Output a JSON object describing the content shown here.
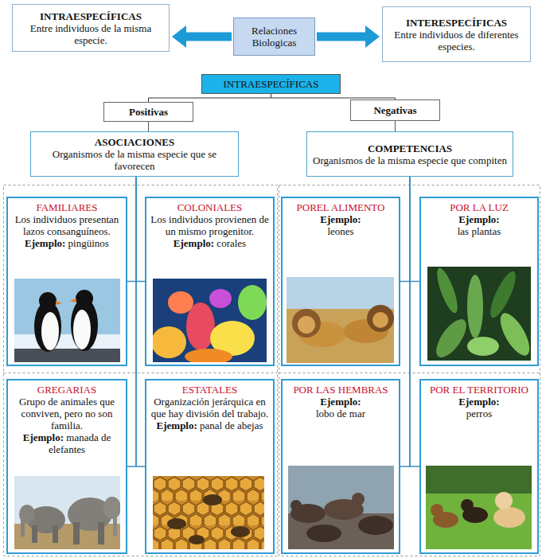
{
  "diagram": {
    "nodes": [
      {
        "text": [
          "INTRAESPECÍFICAS",
          "Entre individuos de la misma especie."
        ]
      },
      {
        "text": [
          "Relaciones Biologicas"
        ]
      },
      {
        "text": [
          "INTERESPECÍFICAS",
          "Entre individuos de diferentes especies."
        ]
      },
      {
        "text": [
          "INTRAESPECÍFICAS"
        ]
      },
      {
        "text": [
          "Positivas"
        ]
      },
      {
        "text": [
          "Negativas"
        ]
      },
      {
        "text": [
          "ASOCIACIONES",
          "Organismos de la misma especie que se favorecen"
        ]
      },
      {
        "text": [
          "COMPETENCIAS",
          "Organismos de la misma especie que compiten"
        ]
      },
      {
        "text": [
          "FAMILIARES",
          "Los individuos presentan lazos consanguíneos.",
          "Ejemplo:",
          "pingüinos"
        ]
      },
      {
        "text": [
          "COLONIALES",
          "Los individuos provienen de un mismo progenitor.",
          "Ejemplo:",
          "corales"
        ]
      },
      {
        "text": [
          "POREL ALIMENTO",
          "Ejemplo:",
          "leones"
        ]
      },
      {
        "text": [
          "POR LA LUZ",
          "Ejemplo:",
          "las plantas"
        ]
      },
      {
        "text": [
          "GREGARIAS",
          "Grupo de animales que conviven, pero no son familia.",
          "Ejemplo:",
          "manada de elefantes"
        ]
      },
      {
        "text": [
          "ESTATALES",
          "Organización jerárquica en que hay división del trabajo.",
          "Ejemplo:",
          "panal de abejas"
        ]
      },
      {
        "text": [
          "POR LAS HEMBRAS",
          "Ejemplo:",
          "lobo de mar"
        ]
      },
      {
        "text": [
          "POR EL TERRITORIO",
          "Ejemplo:",
          "perros"
        ]
      }
    ],
    "edges": [
      {
        "from": 1,
        "to": 0,
        "arrow": "to"
      },
      {
        "from": 1,
        "to": 2,
        "arrow": "to"
      },
      {
        "from": 3,
        "to": 4,
        "arrow": "none"
      },
      {
        "from": 3,
        "to": 5,
        "arrow": "none"
      },
      {
        "from": 4,
        "to": 6,
        "arrow": "none"
      },
      {
        "from": 5,
        "to": 7,
        "arrow": "none"
      },
      {
        "from": 6,
        "to": 8,
        "arrow": "none"
      },
      {
        "from": 6,
        "to": 9,
        "arrow": "none"
      },
      {
        "from": 6,
        "to": 12,
        "arrow": "none"
      },
      {
        "from": 6,
        "to": 13,
        "arrow": "none"
      },
      {
        "from": 7,
        "to": 10,
        "arrow": "none"
      },
      {
        "from": 7,
        "to": 11,
        "arrow": "none"
      },
      {
        "from": 7,
        "to": 14,
        "arrow": "none"
      },
      {
        "from": 7,
        "to": 15,
        "arrow": "none"
      }
    ]
  }
}
